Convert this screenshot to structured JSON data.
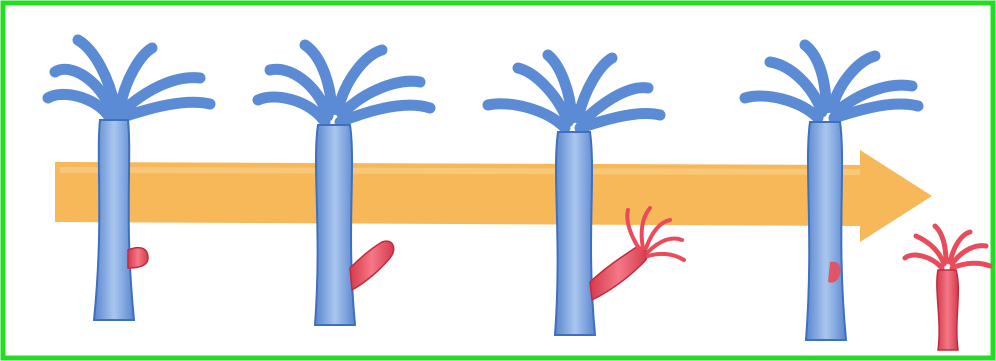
{
  "figure": {
    "frame_color": "#22dd22",
    "arrow_color": "#f5b24a",
    "parent_color": "#6f9fdc",
    "parent_outline": "#3f6fbf",
    "bud_color": "#e94b5b",
    "bud_outline": "#c22a3c"
  },
  "stages": [
    {
      "step": 1,
      "bud": "small-bump"
    },
    {
      "step": 2,
      "bud": "elongated-bud"
    },
    {
      "step": 3,
      "bud": "bud-with-tentacles"
    },
    {
      "step": 4,
      "bud": "detached"
    }
  ]
}
